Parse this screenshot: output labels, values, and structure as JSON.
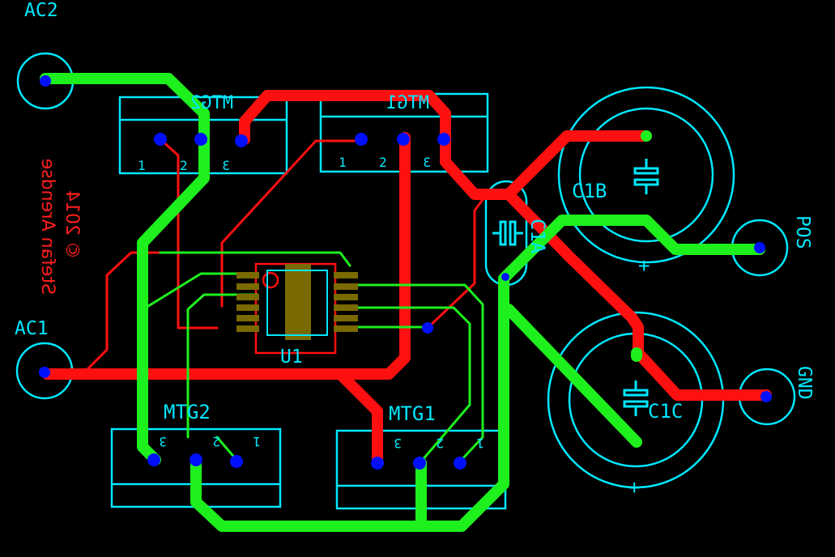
{
  "connectors": {
    "ac2": "AC2",
    "ac1": "AC1",
    "pos": "POS",
    "gnd": "GND"
  },
  "components": {
    "mtg2": "MTG2",
    "mtg1": "MTG1",
    "u1": "U1",
    "c1b": "C1B",
    "c1c": "C1C",
    "c1a": "C1A",
    "mtg3_partial": "MTG1",
    "mtg4_partial": "MTG2"
  },
  "pins": {
    "one": "1",
    "two": "2",
    "three": "3"
  },
  "polarity": "+",
  "credit": {
    "author": "Stefan Arendse",
    "year": "© 2014"
  },
  "colors": {
    "background": "#000000",
    "silkscreen": "#00e8ff",
    "top_copper": "#ff1010",
    "bottom_copper": "#1df01d",
    "via": "#0010ff"
  }
}
